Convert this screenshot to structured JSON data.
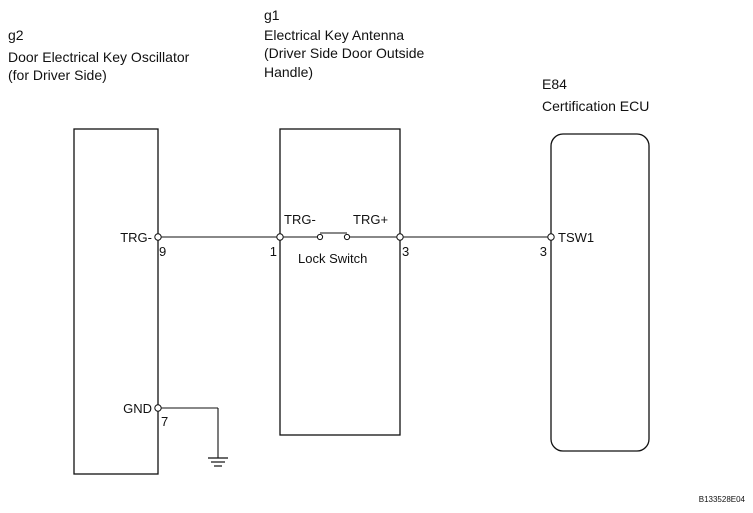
{
  "oscillator": {
    "code": "g2",
    "name_line1": "Door Electrical Key Oscillator",
    "name_line2": "(for Driver Side)",
    "pin_trg_label": "TRG-",
    "pin_trg_number": "9",
    "pin_gnd_label": "GND",
    "pin_gnd_number": "7"
  },
  "antenna": {
    "code": "g1",
    "name_line1": "Electrical Key Antenna",
    "name_line2": "(Driver Side Door Outside",
    "name_line3": "Handle)",
    "pin_in_label": "TRG-",
    "pin_in_number": "1",
    "pin_out_label": "TRG+",
    "pin_out_number": "3",
    "switch_label": "Lock Switch"
  },
  "ecu": {
    "code": "E84",
    "name": "Certification ECU",
    "pin_label": "TSW1",
    "pin_number": "3"
  },
  "figure_id": "B133528E04"
}
